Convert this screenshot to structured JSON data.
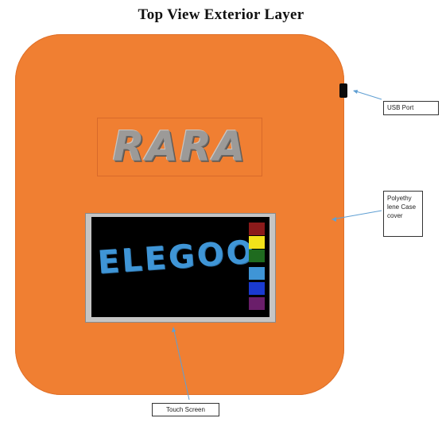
{
  "title": "Top View Exterior Layer",
  "logo": {
    "text": "RARA"
  },
  "screen": {
    "text": "ELEGOO",
    "swatches": [
      "#8b1a1a",
      "#f2e21a",
      "#1f6b1f",
      "#3f95d6",
      "#1a3ad0",
      "#6a1e6a"
    ]
  },
  "labels": {
    "usb": "USB Port",
    "case": "Polyethy lene Case cover",
    "touch": "Touch Screen"
  },
  "colors": {
    "case": "#f07f32",
    "leader": "#5f9fd3"
  }
}
